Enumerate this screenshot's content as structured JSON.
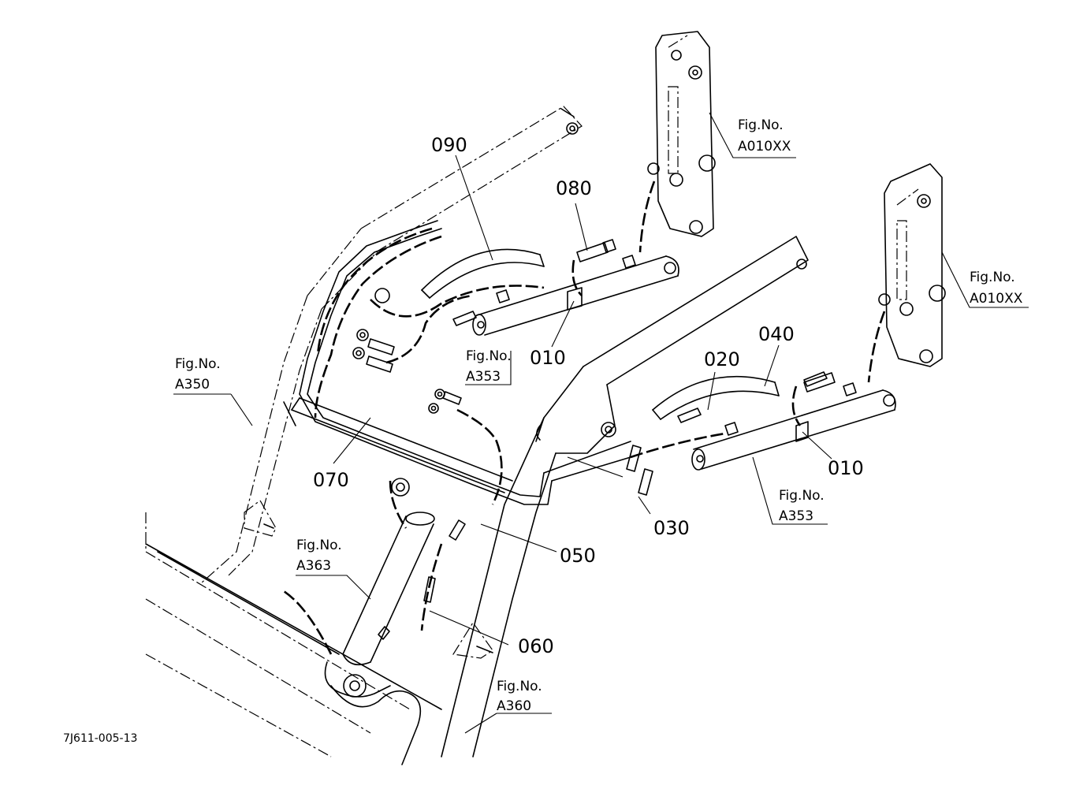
{
  "part_labels": {
    "p090": "090",
    "p080": "080",
    "p010a": "010",
    "p010b": "010",
    "p040": "040",
    "p020": "020",
    "p070": "070",
    "p030": "030",
    "p050": "050",
    "p060": "060"
  },
  "figure_refs": {
    "a010xx_1": {
      "title": "Fig.No.",
      "code": "A010XX"
    },
    "a010xx_2": {
      "title": "Fig.No.",
      "code": "A010XX"
    },
    "a353_1": {
      "title": "Fig.No.",
      "code": "A353"
    },
    "a353_2": {
      "title": "Fig.No.",
      "code": "A353"
    },
    "a350": {
      "title": "Fig.No.",
      "code": "A350"
    },
    "a363": {
      "title": "Fig.No.",
      "code": "A363"
    },
    "a360": {
      "title": "Fig.No.",
      "code": "A360"
    }
  },
  "drawing_code": "7J611-005-13"
}
